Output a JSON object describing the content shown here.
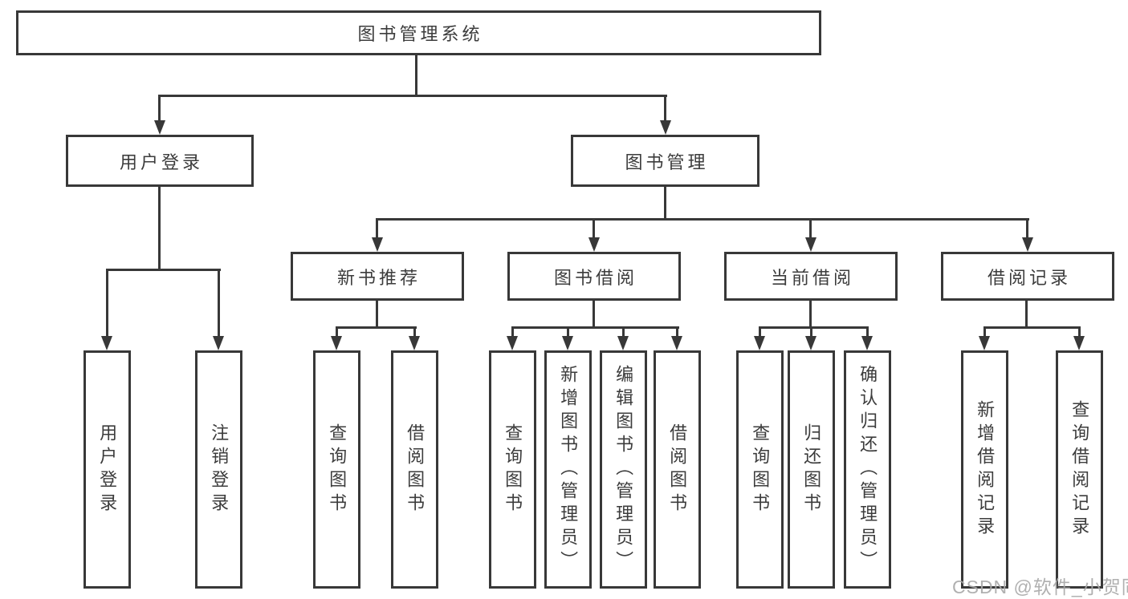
{
  "diagram": {
    "root": {
      "label": "图书管理系统"
    },
    "level2": [
      {
        "label": "用户登录"
      },
      {
        "label": "图书管理"
      }
    ],
    "level3": [
      {
        "label": "新书推荐"
      },
      {
        "label": "图书借阅"
      },
      {
        "label": "当前借阅"
      },
      {
        "label": "借阅记录"
      }
    ],
    "leaves": {
      "user_login": [
        "用户登录",
        "注销登录"
      ],
      "new_book": [
        "查询图书",
        "借阅图书"
      ],
      "book_borrow": [
        "查询图书",
        "新增图书（管理员）",
        "编辑图书（管理员）",
        "借阅图书"
      ],
      "current_borrow": [
        "查询图书",
        "归还图书",
        "确认归还（管理员）"
      ],
      "borrow_record": [
        "新增借阅记录",
        "查询借阅记录"
      ]
    }
  },
  "watermark": {
    "text": "CSDN @软件_小贺同学"
  },
  "colors": {
    "line": "#383838",
    "text": "#3c3c3c",
    "watermark": "#a8a8a8",
    "background": "#ffffff"
  }
}
